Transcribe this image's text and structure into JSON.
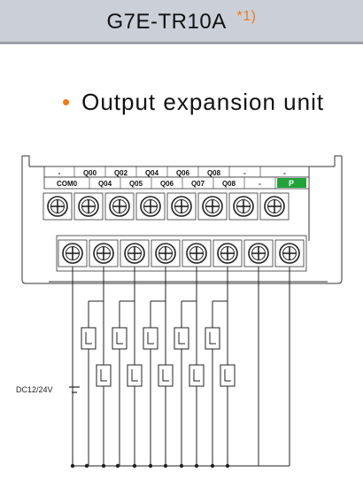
{
  "header": {
    "title": "G7E-TR10A",
    "note": "*1)"
  },
  "section": {
    "bullet": "•",
    "heading": "Output expansion unit"
  },
  "terminal_block": {
    "top_row": [
      "-",
      "Q00",
      "Q02",
      "Q04",
      "Q06",
      "Q08",
      "-",
      "-"
    ],
    "bottom_row": [
      "COM0",
      "Q04",
      "Q05",
      "Q06",
      "Q07",
      "Q08",
      "-"
    ],
    "pin_label": "P",
    "pin_color": "#22a33a"
  },
  "power_supply": {
    "label": "DC12/24V"
  },
  "colors": {
    "accent": "#f07a1a",
    "header_bg": "#cbcfd8"
  }
}
